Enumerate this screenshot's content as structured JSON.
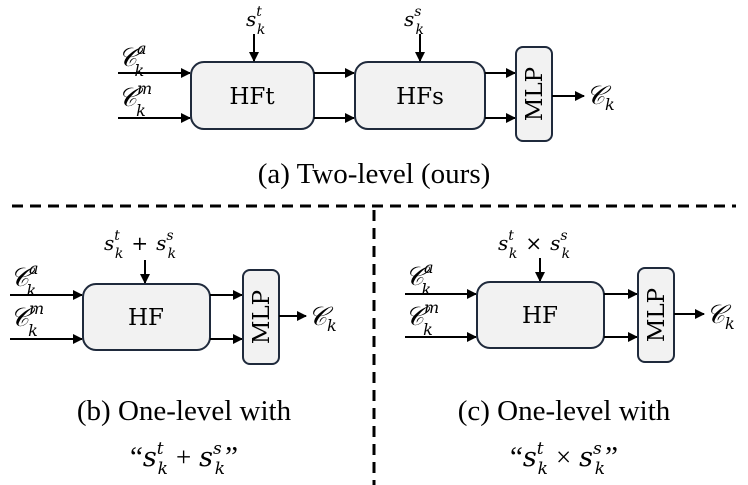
{
  "panel_a": {
    "input_top": {
      "base": "𝒞",
      "sub": "k",
      "sup": "a"
    },
    "input_bottom": {
      "base": "𝒞",
      "sub": "k",
      "sup": "m"
    },
    "signal_1": {
      "base": "s",
      "sub": "k",
      "sup": "t"
    },
    "signal_2": {
      "base": "s",
      "sub": "k",
      "sup": "s"
    },
    "box_1": "HFt",
    "box_2": "HFs",
    "mlp": "MLP",
    "output": {
      "base": "𝒞",
      "sub": "k"
    },
    "caption": "(a) Two-level (ours)"
  },
  "panel_b": {
    "input_top": {
      "base": "𝒞",
      "sub": "k",
      "sup": "a"
    },
    "input_bottom": {
      "base": "𝒞",
      "sub": "k",
      "sup": "m"
    },
    "signal": {
      "left": {
        "base": "s",
        "sub": "k",
        "sup": "t"
      },
      "op": "+",
      "right": {
        "base": "s",
        "sub": "k",
        "sup": "s"
      }
    },
    "box": "HF",
    "mlp": "MLP",
    "output": {
      "base": "𝒞",
      "sub": "k"
    },
    "caption_line1": "(b) One-level with",
    "caption_line2": {
      "open": "“",
      "close": "”"
    }
  },
  "panel_c": {
    "input_top": {
      "base": "𝒞",
      "sub": "k",
      "sup": "a"
    },
    "input_bottom": {
      "base": "𝒞",
      "sub": "k",
      "sup": "m"
    },
    "signal": {
      "left": {
        "base": "s",
        "sub": "k",
        "sup": "t"
      },
      "op": "×",
      "right": {
        "base": "s",
        "sub": "k",
        "sup": "s"
      }
    },
    "box": "HF",
    "mlp": "MLP",
    "output": {
      "base": "𝒞",
      "sub": "k"
    },
    "caption_line1": "(c) One-level with",
    "caption_line2": {
      "open": "“",
      "close": "”"
    }
  },
  "colors": {
    "box_fill": "#f2f2f2",
    "stroke": "#1f2a3c"
  }
}
